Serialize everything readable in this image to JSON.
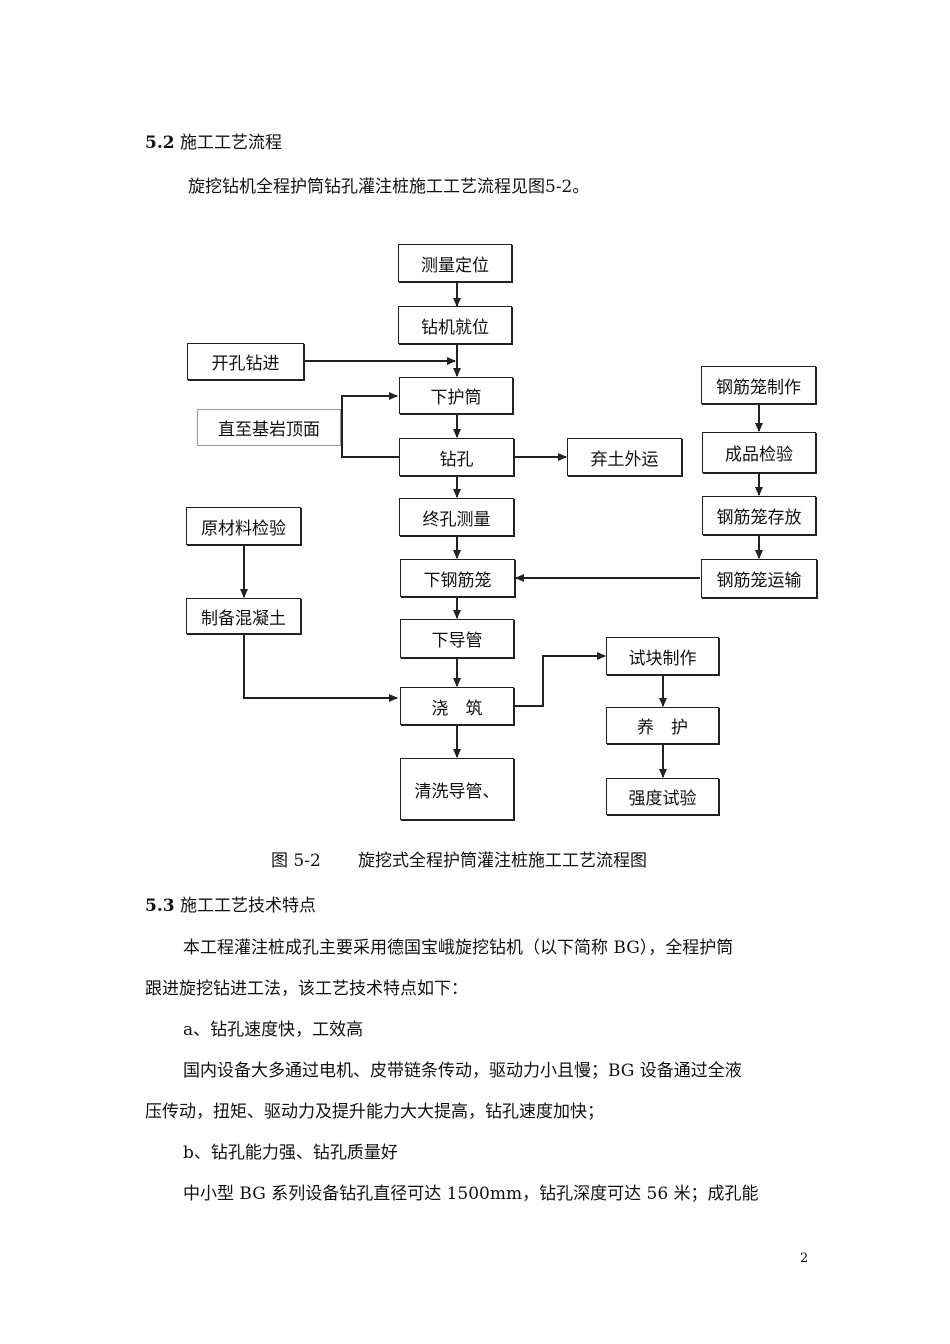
{
  "section_52": {
    "num": "5.2",
    "title": "施工工艺流程"
  },
  "intro": "旋挖钻机全程护筒钻孔灌注桩施工工艺流程见图5-2。",
  "flow": {
    "measure": "测量定位",
    "rig": "钻机就位",
    "open_hole": "开孔钻进",
    "casing": "下护筒",
    "bedrock": "直至基岩顶面",
    "drill": "钻孔",
    "spoil": "弃土外运",
    "final_measure": "终孔测量",
    "cage": "下钢筋笼",
    "pipe": "下导管",
    "pour": "浇　筑",
    "clean": "清洗导管、",
    "raw": "原材料检验",
    "concrete": "制备混凝土",
    "cage_make": "钢筋笼制作",
    "inspect": "成品检验",
    "store": "钢筋笼存放",
    "transport": "钢筋笼运输",
    "specimen": "试块制作",
    "cure": "养　护",
    "strength": "强度试验"
  },
  "caption": {
    "fig": "图 5-2",
    "text": "旋挖式全程护筒灌注桩施工工艺流程图"
  },
  "section_53": {
    "num": "5.3",
    "title": "施工工艺技术特点"
  },
  "paragraphs": {
    "p1_l1": "本工程灌注桩成孔主要采用德国宝峨旋挖钻机（以下简称  BG），全程护筒",
    "p1_l2": "跟进旋挖钻进工法，该工艺技术特点如下：",
    "a": "a、钻孔速度快，工效高",
    "p2_l1": "国内设备大多通过电机、皮带链条传动，驱动力小且慢；BG 设备通过全液",
    "p2_l2": "压传动，扭矩、驱动力及提升能力大大提高，钻孔速度加快；",
    "b": "b、钻孔能力强、钻孔质量好",
    "p3_l1": "中小型 BG 系列设备钻孔直径可达 1500mm，钻孔深度可达 56 米；成孔能"
  },
  "page_number": "2"
}
